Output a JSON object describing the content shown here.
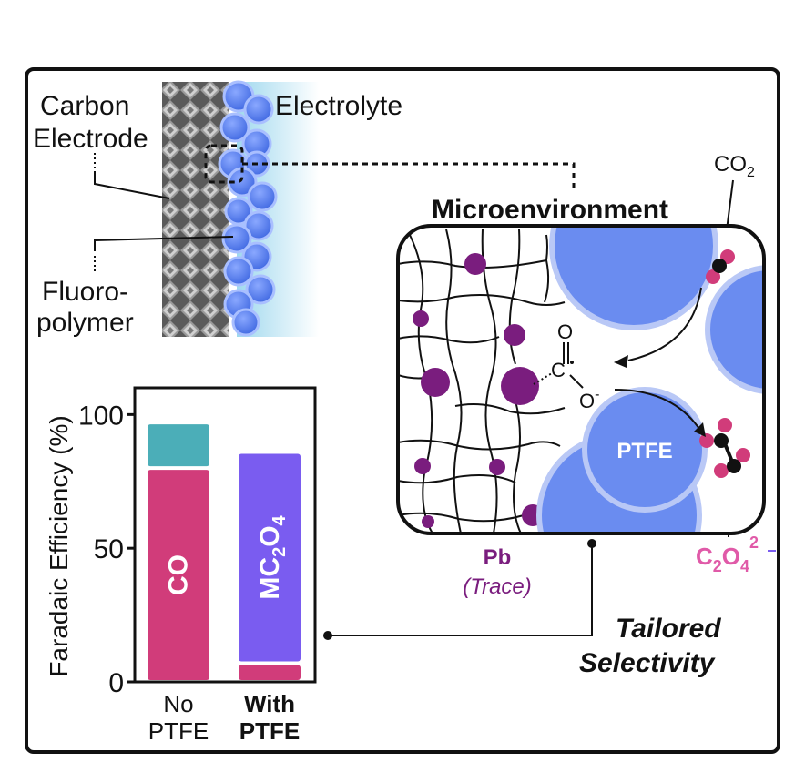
{
  "labels": {
    "carbon_line1": "Carbon",
    "carbon_line2": "Electrode",
    "electrolyte": "Electrolyte",
    "fluoro_line1": "Fluoro-",
    "fluoro_line2": "polymer",
    "microenvironment": "Microenvironment",
    "co2_main": "CO",
    "co2_sub": "2",
    "o_top": "O",
    "c_center": "C",
    "o_minus": "O",
    "minus_sign": "-",
    "ptfe": "PTFE",
    "pb": "Pb",
    "trace": "(Trace)",
    "c2o4_c": "C",
    "c2o4_sub1": "2",
    "c2o4_o": "O",
    "c2o4_sub2": "4",
    "c2o4_sup": "2",
    "tailored": "Tailored",
    "selectivity": "Selectivity"
  },
  "colors": {
    "pb_purple": "#7a1d7e",
    "ptfe_blue": "#6a8cf0",
    "co_pink": "#d13c7a",
    "teal": "#4baeb8",
    "mc2o4_violet": "#7a5cf0",
    "oxalate_pink": "#e05aa8"
  },
  "chart_data": {
    "type": "bar",
    "stacked": true,
    "categories": [
      "No PTFE",
      "With PTFE"
    ],
    "category_lines": [
      [
        "No",
        "PTFE"
      ],
      [
        "With",
        "PTFE"
      ]
    ],
    "ylabel": "Faradaic Efficiency (%)",
    "ylim": [
      0,
      110
    ],
    "yticks": [
      0,
      50,
      100
    ],
    "series": [
      {
        "name": "CO",
        "color": "#d13c7a",
        "values": [
          80,
          7
        ]
      },
      {
        "name": "MC2O4",
        "color": "#7a5cf0",
        "values": [
          0,
          79
        ]
      },
      {
        "name": "",
        "color": "#4baeb8",
        "values": [
          17,
          0
        ]
      }
    ],
    "bar_labels": {
      "co": "CO",
      "mc_prefix": "MC",
      "mc_sub1": "2",
      "mc_o": "O",
      "mc_sub2": "4"
    }
  }
}
